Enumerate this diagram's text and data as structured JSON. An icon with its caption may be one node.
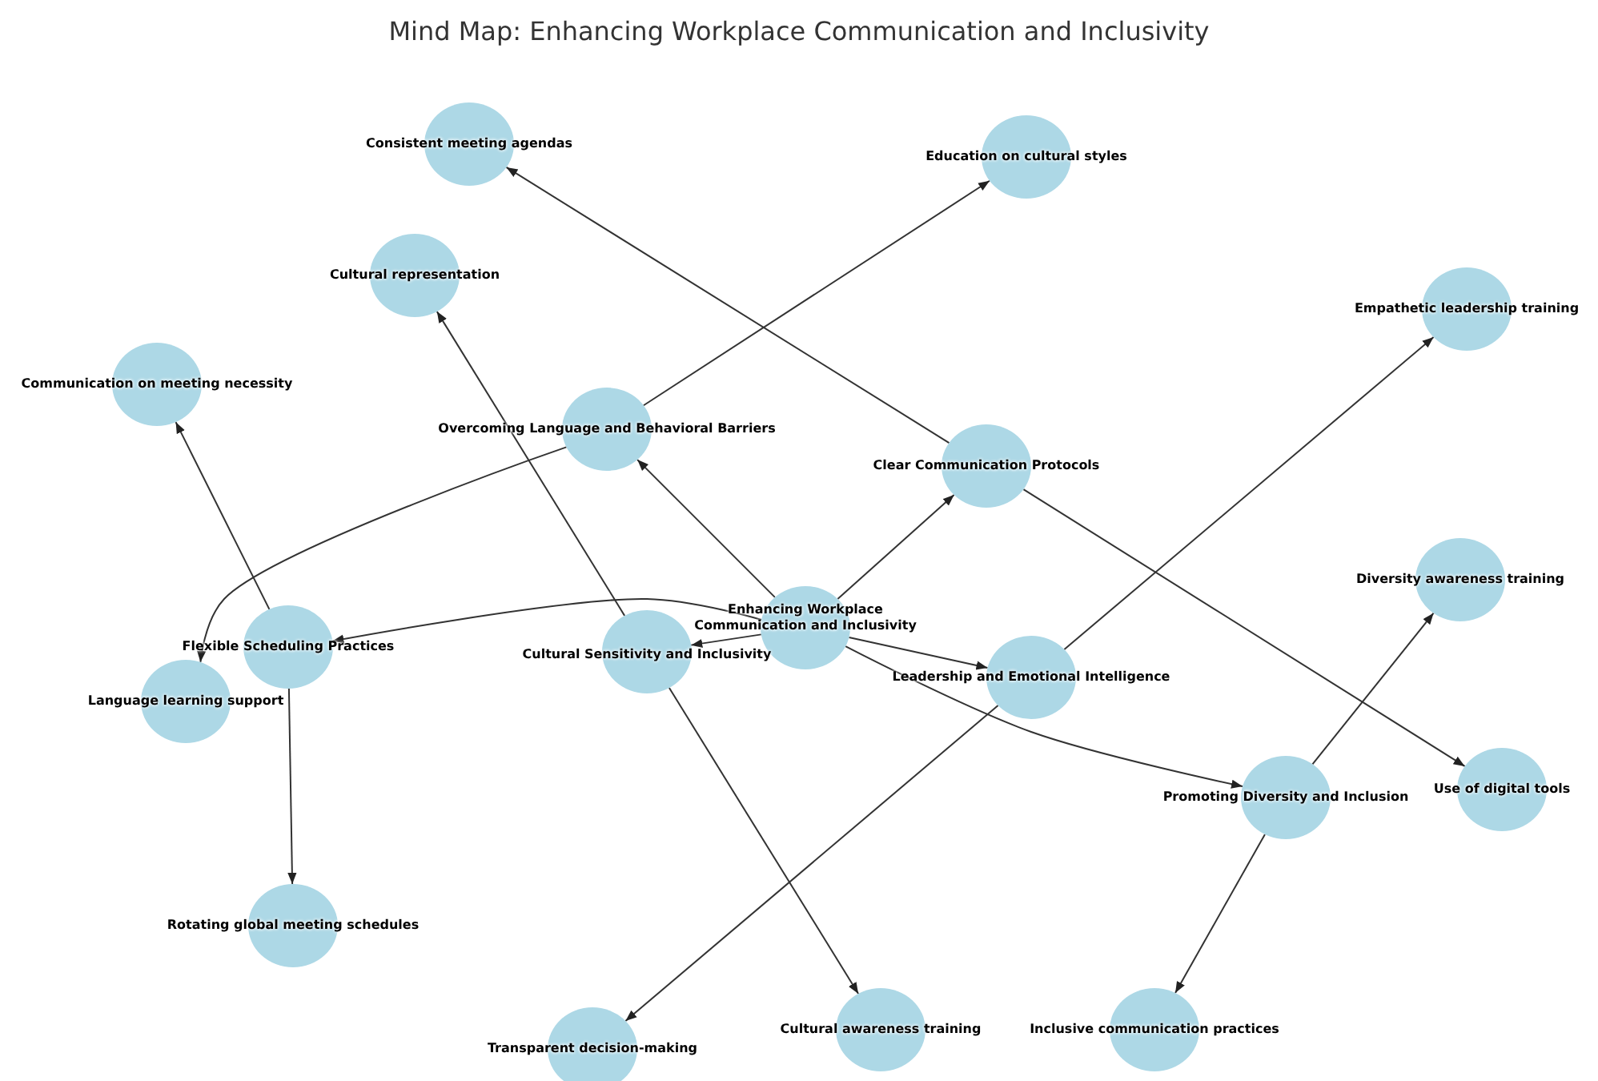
{
  "diagram": {
    "title": "Mind Map: Enhancing Workplace Communication and Inclusivity",
    "nodes": [
      {
        "text": [
          "Enhancing Workplace Communication and Inclusivity"
        ]
      },
      {
        "text": [
          "Overcoming Language and Behavioral Barriers"
        ]
      },
      {
        "text": [
          "Clear Communication Protocols"
        ]
      },
      {
        "text": [
          "Leadership and Emotional Intelligence"
        ]
      },
      {
        "text": [
          "Flexible Scheduling Practices"
        ]
      },
      {
        "text": [
          "Cultural Sensitivity and Inclusivity"
        ]
      },
      {
        "text": [
          "Promoting Diversity and Inclusion"
        ]
      },
      {
        "text": [
          "Language learning support"
        ]
      },
      {
        "text": [
          "Education on cultural styles"
        ]
      },
      {
        "text": [
          "Communication on meeting necessity"
        ]
      },
      {
        "text": [
          "Rotating global meeting schedules"
        ]
      },
      {
        "text": [
          "Consistent meeting agendas"
        ]
      },
      {
        "text": [
          "Use of digital tools"
        ]
      },
      {
        "text": [
          "Empathetic leadership training"
        ]
      },
      {
        "text": [
          "Transparent decision-making"
        ]
      },
      {
        "text": [
          "Cultural representation"
        ]
      },
      {
        "text": [
          "Cultural awareness training"
        ]
      },
      {
        "text": [
          "Diversity awareness training"
        ]
      },
      {
        "text": [
          "Inclusive communication practices"
        ]
      }
    ],
    "edges": [
      {
        "from": 0,
        "to": 1,
        "arrow": "to"
      },
      {
        "from": 0,
        "to": 2,
        "arrow": "to"
      },
      {
        "from": 0,
        "to": 3,
        "arrow": "to"
      },
      {
        "from": 0,
        "to": 4,
        "arrow": "to"
      },
      {
        "from": 0,
        "to": 5,
        "arrow": "to"
      },
      {
        "from": 0,
        "to": 6,
        "arrow": "to"
      },
      {
        "from": 1,
        "to": 7,
        "arrow": "to"
      },
      {
        "from": 1,
        "to": 8,
        "arrow": "to"
      },
      {
        "from": 4,
        "to": 9,
        "arrow": "to"
      },
      {
        "from": 4,
        "to": 10,
        "arrow": "to"
      },
      {
        "from": 2,
        "to": 11,
        "arrow": "to"
      },
      {
        "from": 2,
        "to": 12,
        "arrow": "to"
      },
      {
        "from": 3,
        "to": 13,
        "arrow": "to"
      },
      {
        "from": 3,
        "to": 14,
        "arrow": "to"
      },
      {
        "from": 5,
        "to": 15,
        "arrow": "to"
      },
      {
        "from": 5,
        "to": 16,
        "arrow": "to"
      },
      {
        "from": 6,
        "to": 17,
        "arrow": "to"
      },
      {
        "from": 6,
        "to": 18,
        "arrow": "to"
      }
    ]
  }
}
